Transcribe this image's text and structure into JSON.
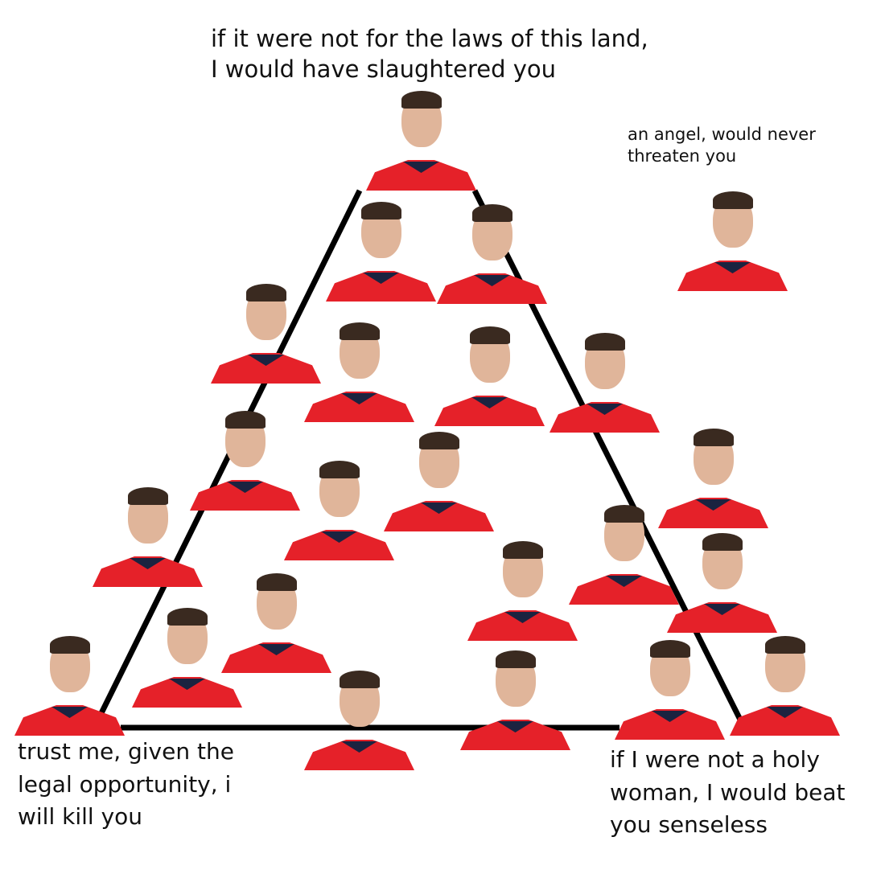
{
  "captions": {
    "top": "if it were not for the laws of this land, I would have slaughtered you",
    "angel": "an angel, would never threaten you",
    "bottom_left": "trust me, given the legal opportunity, i will kill you",
    "bottom_right": "if I were not a holy woman, I would beat you senseless"
  },
  "colors": {
    "jersey": "#e52129",
    "collar": "#1b2340",
    "line": "#000000"
  },
  "player_count": 23
}
